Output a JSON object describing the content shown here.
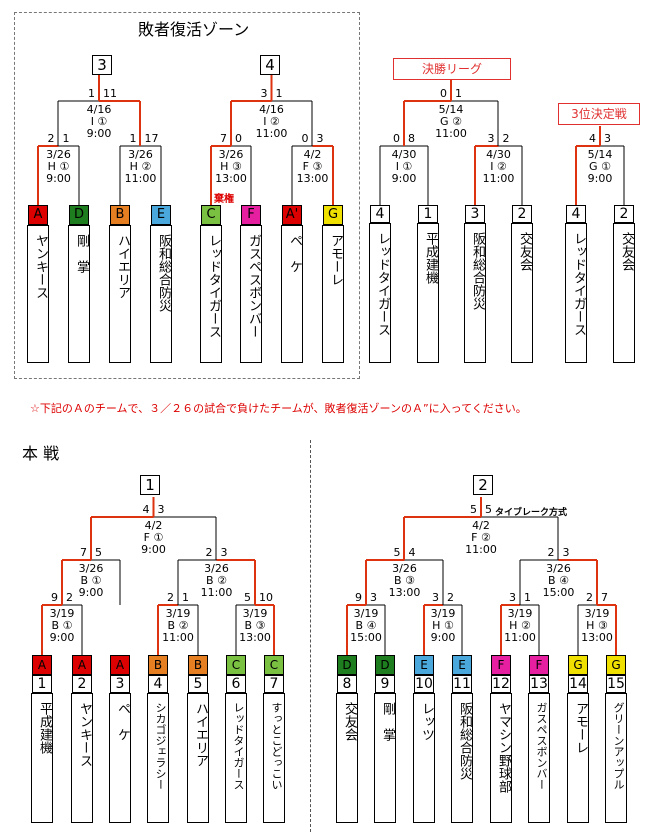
{
  "section_titles": {
    "revival": "敗者復活ゾーン",
    "main": "本 戦"
  },
  "labels": {
    "final_league": "決勝リーグ",
    "third_place": "3位決定戦",
    "forfeit": "棄権",
    "tiebreak": "タイブレーク方式"
  },
  "note": "☆下記のＡのチームで、３／２６の試合で負けたチームが、敗者復活ゾーンのＡ”に入ってください。",
  "colors": {
    "A": "#dd0000",
    "D": "#1e7d1e",
    "B": "#e67e22",
    "E": "#4aa8dc",
    "C": "#7ac142",
    "F": "#e61ea0",
    "G": "#f0e000",
    "bracket": "#dd3311",
    "note": "#dd0000"
  },
  "top_boxes": [
    "3",
    "4",
    "1",
    "2"
  ],
  "revival_teams": [
    {
      "letter": "A",
      "name": "ヤンキース"
    },
    {
      "letter": "D",
      "name": "剛　掌"
    },
    {
      "letter": "B",
      "name": "ハイエリア"
    },
    {
      "letter": "E",
      "name": "阪和総合防災"
    },
    {
      "letter": "C",
      "name": "レッドタイガース"
    },
    {
      "letter": "F",
      "name": "ガスペスボンバー"
    },
    {
      "letter": "A'",
      "name": "ペ　ケ"
    },
    {
      "letter": "G",
      "name": "アモーレ"
    }
  ],
  "league_teams": [
    {
      "num": "4",
      "name": "レッドタイガース"
    },
    {
      "num": "1",
      "name": "平成建機"
    },
    {
      "num": "3",
      "name": "阪和総合防災"
    },
    {
      "num": "2",
      "name": "交友会"
    },
    {
      "num": "4",
      "name": "レッドタイガース"
    },
    {
      "num": "2",
      "name": "交友会"
    }
  ],
  "main_teams": [
    {
      "letter": "A",
      "num": "1",
      "name": "平成建機"
    },
    {
      "letter": "A",
      "num": "2",
      "name": "ヤンキース"
    },
    {
      "letter": "A",
      "num": "3",
      "name": "ペ　ケ"
    },
    {
      "letter": "B",
      "num": "4",
      "name": "シカゴジェラシー"
    },
    {
      "letter": "B",
      "num": "5",
      "name": "ハイエリア"
    },
    {
      "letter": "C",
      "num": "6",
      "name": "レッドタイガース"
    },
    {
      "letter": "C",
      "num": "7",
      "name": "すっとこどっこい"
    },
    {
      "letter": "D",
      "num": "8",
      "name": "交友会"
    },
    {
      "letter": "D",
      "num": "9",
      "name": "剛　掌"
    },
    {
      "letter": "E",
      "num": "10",
      "name": "レッツ"
    },
    {
      "letter": "E",
      "num": "11",
      "name": "阪和総合防災"
    },
    {
      "letter": "F",
      "num": "12",
      "name": "ヤマシン野球部"
    },
    {
      "letter": "F",
      "num": "13",
      "name": "ガスペスボンバー"
    },
    {
      "letter": "G",
      "num": "14",
      "name": "アモーレ"
    },
    {
      "letter": "G",
      "num": "15",
      "name": "グリーンアップル"
    }
  ],
  "matches": {
    "r1": {
      "info": "3/26\nH ①\n9:00",
      "sl": "2",
      "sr": "1"
    },
    "r2": {
      "info": "3/26\nH ②\n11:00",
      "sl": "1",
      "sr": "17"
    },
    "r3": {
      "info": "3/26\nH ③\n13:00",
      "sl": "7",
      "sr": "0"
    },
    "r4": {
      "info": "4/2\nF ③\n13:00",
      "sl": "0",
      "sr": "3"
    },
    "r5": {
      "info": "4/16\nI ①\n9:00",
      "sl": "1",
      "sr": "11"
    },
    "r6": {
      "info": "4/16\nI ②\n11:00",
      "sl": "3",
      "sr": "1"
    },
    "l1": {
      "info": "4/30\nI ①\n9:00",
      "sl": "0",
      "sr": "8"
    },
    "l2": {
      "info": "4/30\nI ②\n11:00",
      "sl": "3",
      "sr": "2"
    },
    "l3": {
      "info": "5/14\nG ②\n11:00",
      "sl": "0",
      "sr": "1"
    },
    "t1": {
      "info": "5/14\nG ①\n9:00",
      "sl": "4",
      "sr": "3"
    },
    "m1": {
      "info": "3/19\nB ①\n9:00",
      "sl": "9",
      "sr": "2"
    },
    "m2": {
      "info": "3/26\nB ①\n9:00",
      "sl": "7",
      "sr": "5"
    },
    "m3": {
      "info": "3/19\nB ②\n11:00",
      "sl": "2",
      "sr": "1"
    },
    "m4": {
      "info": "3/19\nB ③\n13:00",
      "sl": "5",
      "sr": "10"
    },
    "m5": {
      "info": "3/26\nB ②\n11:00",
      "sl": "2",
      "sr": "3"
    },
    "m6": {
      "info": "4/2\nF ①\n9:00",
      "sl": "4",
      "sr": "3"
    },
    "n1": {
      "info": "3/19\nB ④\n15:00",
      "sl": "9",
      "sr": "3"
    },
    "n2": {
      "info": "3/19\nH ①\n9:00",
      "sl": "3",
      "sr": "2"
    },
    "n3": {
      "info": "3/26\nB ③\n13:00",
      "sl": "5",
      "sr": "4"
    },
    "n4": {
      "info": "3/19\nH ②\n11:00",
      "sl": "3",
      "sr": "1"
    },
    "n5": {
      "info": "3/19\nH ③\n13:00",
      "sl": "2",
      "sr": "7"
    },
    "n6": {
      "info": "3/26\nB ④\n15:00",
      "sl": "2",
      "sr": "3"
    },
    "n7": {
      "info": "4/2\nF ②\n11:00",
      "sl": "5",
      "sr": "5"
    }
  }
}
